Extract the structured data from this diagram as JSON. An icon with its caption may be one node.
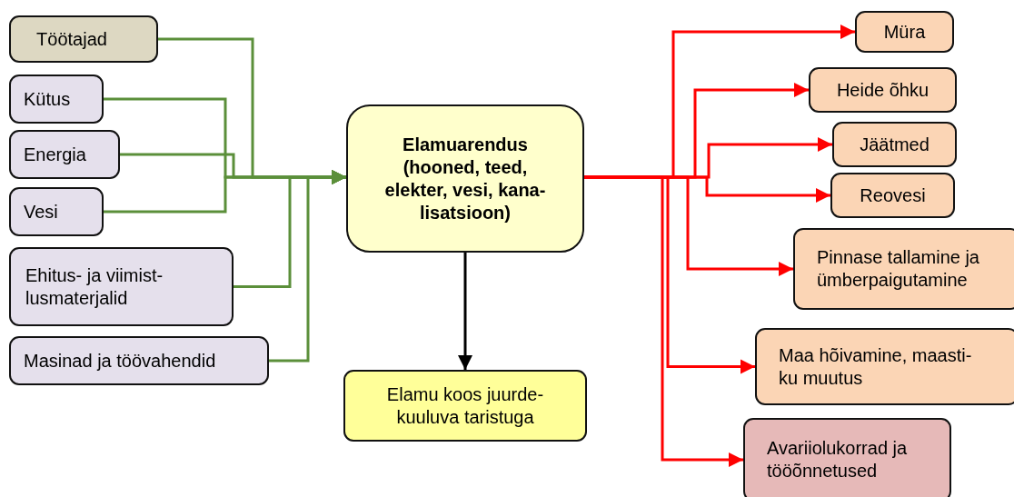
{
  "diagram": {
    "nodes": [
      {
        "text": [
          "Töötajad"
        ]
      },
      {
        "text": [
          "Kütus"
        ]
      },
      {
        "text": [
          "Energia"
        ]
      },
      {
        "text": [
          "Vesi"
        ]
      },
      {
        "text": [
          "Ehitus- ja viimist- lusmaterjalid"
        ]
      },
      {
        "text": [
          "Masinad ja töövahendid"
        ]
      },
      {
        "text": [
          "Elamuarendus (hooned, teed, elekter, vesi, kana- lisatsioon)"
        ]
      },
      {
        "text": [
          "Elamu koos juurde- kuuluva taristuga"
        ]
      },
      {
        "text": [
          "Müra"
        ]
      },
      {
        "text": [
          "Heide õhku"
        ]
      },
      {
        "text": [
          "Jäätmed"
        ]
      },
      {
        "text": [
          "Reovesi"
        ]
      },
      {
        "text": [
          "Pinnase tallamine ja ümberpaigutamine"
        ]
      },
      {
        "text": [
          "Maa hõivamine, maasti- ku muutus"
        ]
      },
      {
        "text": [
          "Avariiolukorrad ja tööõnnetused"
        ]
      }
    ],
    "edges": [
      {
        "from": 0,
        "to": 6,
        "arrow": "to",
        "color": "#5b8f3a"
      },
      {
        "from": 1,
        "to": 6,
        "arrow": "to",
        "color": "#5b8f3a"
      },
      {
        "from": 2,
        "to": 6,
        "arrow": "to",
        "color": "#5b8f3a"
      },
      {
        "from": 3,
        "to": 6,
        "arrow": "to",
        "color": "#5b8f3a"
      },
      {
        "from": 4,
        "to": 6,
        "arrow": "to",
        "color": "#5b8f3a"
      },
      {
        "from": 5,
        "to": 6,
        "arrow": "to",
        "color": "#5b8f3a"
      },
      {
        "from": 6,
        "to": 7,
        "arrow": "to",
        "color": "#000000"
      },
      {
        "from": 6,
        "to": 8,
        "arrow": "to"
      },
      {
        "from": 6,
        "to": 9,
        "arrow": "to"
      },
      {
        "from": 6,
        "to": 10,
        "arrow": "to"
      },
      {
        "from": 6,
        "to": 11,
        "arrow": "to"
      },
      {
        "from": 6,
        "to": 12,
        "arrow": "to"
      },
      {
        "from": 6,
        "to": 13,
        "arrow": "to"
      },
      {
        "from": 6,
        "to": 14,
        "arrow": "to"
      }
    ]
  }
}
